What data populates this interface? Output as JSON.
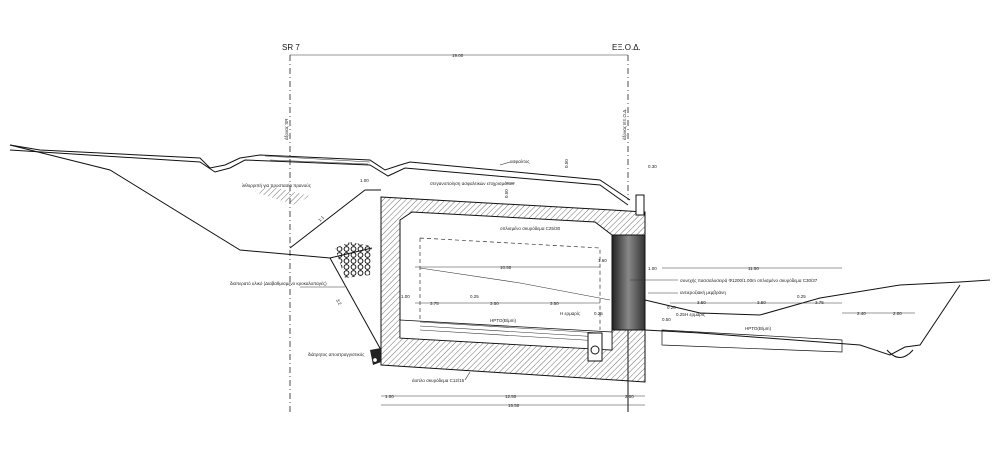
{
  "section": {
    "left_axis_label": "SR 7",
    "right_axis_label": "ΕΞ.Ο.Δ.",
    "left_axis_note": "άξονας SR",
    "right_axis_note": "άξονας ΕΞ.Ο.Δ."
  },
  "labels": {
    "asphalt": "ασφαλτος",
    "waterproofing": "στεγανοποίηση ασφαλτικών επιχρισμάτων",
    "reinforced_concrete": "οπλισμένο σκυρόδεμα C25/30",
    "plain_concrete": "άοπλο σκυρόδεμα C12/15",
    "drain": "διάτρητος αποστραγγιστικός",
    "backfill": "διαπερατό υλικό (Διαβαθμισμένο κροκαλοπαγές)",
    "gabion": "λιθορριπή για προστασία πρανούς",
    "pile": "συνεχής πασσαλοσειρά Φ1200/1.00m οπλισμένο σκυρόδεμα C30/37",
    "waterproof_membrane": "αντιεροζιακή μεμβράνη",
    "sidewalk_left": "Η ερμαρίς",
    "sidewalk_right": "Η ερμαρίς",
    "pipe_left": "ΗΡΤΟ(Β/μm)",
    "pipe_right": "ΗΡΤΟ(Β/μm)",
    "slope_1": "1:1",
    "slope_2": "3:2"
  },
  "dimensions": {
    "top_span": "19.00",
    "inner_width": "10.50",
    "left_overhang": "1.00",
    "clearance_left": "1.00",
    "lane_a": "3.75",
    "lane_b": "3.50",
    "lane_c": "3.50",
    "kerb_a": "0.25",
    "kerb_b": "0.25",
    "right_gap": "1.00",
    "right_span": "11.50",
    "right_lane_a": "3.50",
    "right_lane_b": "3.50",
    "right_kerb": "0.25",
    "right_lane_c": "3.75",
    "right_small_a": "0.20",
    "right_small_b": "0.25",
    "right_small_c": "0.50",
    "ditch_a": "2.40",
    "ditch_b": "2.00",
    "roof_thk": "0.50",
    "roof_top": "0.50",
    "parapet": "0.30",
    "inner_height": "1.60",
    "bottom_left": "1.00",
    "bottom_mid": "12.50",
    "bottom_right": "2.00",
    "bottom_total": "15.50"
  }
}
